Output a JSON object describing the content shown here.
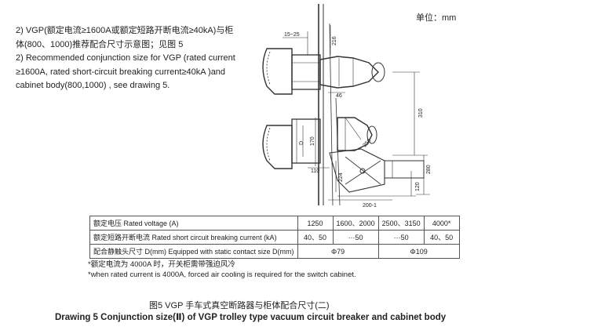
{
  "unit_label": "单位：mm",
  "intro": {
    "line1": "2) VGP(额定电流≥1600A或额定短路开断电流≥40kA)与柜",
    "line2": "体(800、1000)推荐配合尺寸示意图；见图 5",
    "line3": "2) Recommended conjunction size for VGP (rated current",
    "line4": "≥1600A, rated short-circuit breaking current≥40kA )and",
    "line5": "cabinet body(800,1000) , see drawing 5."
  },
  "dimensions": {
    "d1": "15~25",
    "d2": "216",
    "d3": "46",
    "d4": "310",
    "d5": "170",
    "d6": "D",
    "d7": "250",
    "d8": "280",
    "d9": "110",
    "d10": "224",
    "d11": "120",
    "d12": "200-1"
  },
  "table": {
    "row1": {
      "label": "额定电压 Rated voltage (A)",
      "c1": "1250",
      "c2": "1600、2000",
      "c3": "2500、3150",
      "c4": "4000*"
    },
    "row2": {
      "label": "额定短路开断电流 Rated short circuit breaking current (kA)",
      "c1": "40、50",
      "c2": "···50",
      "c3": "···50",
      "c4": "40、50"
    },
    "row3": {
      "label": "配合静触头尺寸 D(mm) Equipped with static contact size D(mm)",
      "v1": "Φ79",
      "v2": "Φ109"
    }
  },
  "notes": {
    "cn": "*额定电流为 4000A 时，开关柜需带强迫风冷",
    "en": "*when rated current is 4000A, forced air cooling is required for the switch cabinet."
  },
  "caption": {
    "cn": "图5  VGP 手车式真空断路器与柜体配合尺寸(二)",
    "en": "Drawing 5   Conjunction size(Ⅱ) of VGP trolley type vacuum circuit breaker and cabinet body"
  }
}
